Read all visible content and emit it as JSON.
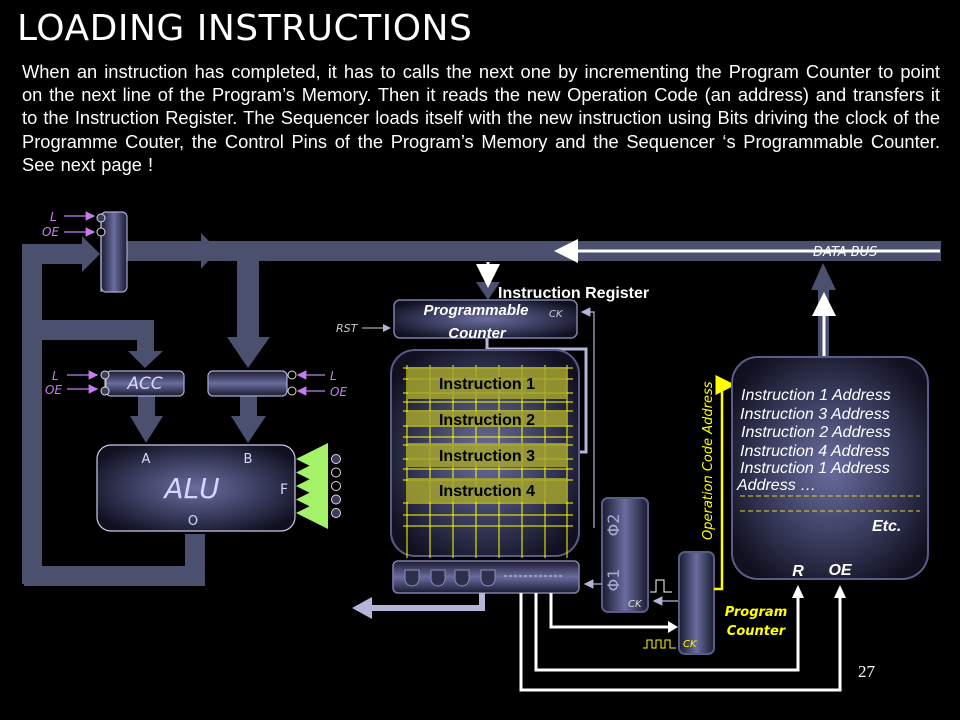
{
  "title": "LOADING INSTRUCTIONS",
  "intro": "When an instruction has completed, it has to calls the next one by incrementing the Program Counter to point on the next line of the Program’s Memory. Then it reads the new Operation Code  (an address) and transfers it to the Instruction Register. The Sequencer loads itself with the new instruction using Bits driving the clock of the Programme Couter, the Control Pins of the Program’s Memory and the Sequencer ‘s Programmable Counter. See next page !",
  "page_number": "27",
  "colors": {
    "bus": "#4a506e",
    "box_fill": "#5c5f8f",
    "box_stroke": "#a9aad6",
    "control_pin": "#c67cf0",
    "yellow": "#ffff00",
    "instr_fill": "#a3a32e",
    "alu_f_arrow": "#a4f26a",
    "white": "#ffffff"
  },
  "diagram": {
    "data_bus_label": "DATA BUS",
    "top_register": {
      "pins": [
        "L",
        "OE"
      ]
    },
    "acc": {
      "label": "ACC",
      "pins": [
        "L",
        "OE"
      ]
    },
    "b_register": {
      "pins": [
        "L",
        "OE"
      ]
    },
    "alu": {
      "label": "ALU",
      "input_a": "A",
      "input_b": "B",
      "function": "F",
      "output": "O",
      "function_pins": 5
    },
    "instruction_register_label": "Instruction Register",
    "programmable_counter": {
      "line1": "Programmable",
      "line2": "Counter",
      "clock": "CK",
      "reset": "RST"
    },
    "sequencer_rows": [
      "Instruction 1",
      "Instruction 2",
      "Instruction 3",
      "Instruction 4"
    ],
    "phase_clock": {
      "phi2": "Φ2",
      "phi1": "Φ1",
      "clock": "CK"
    },
    "program_counter": {
      "line1": "Program",
      "line2": "Counter",
      "clock": "CK"
    },
    "opcode_address_label": "Operation Code Address",
    "program_memory": {
      "lines": [
        "Instruction 1 Address",
        "Instruction 3 Address",
        "Instruction 2 Address",
        "Instruction 4 Address",
        "Instruction 1 Address",
        "Address …"
      ],
      "etc": "Etc.",
      "pin_r": "R",
      "pin_oe": "OE"
    }
  }
}
